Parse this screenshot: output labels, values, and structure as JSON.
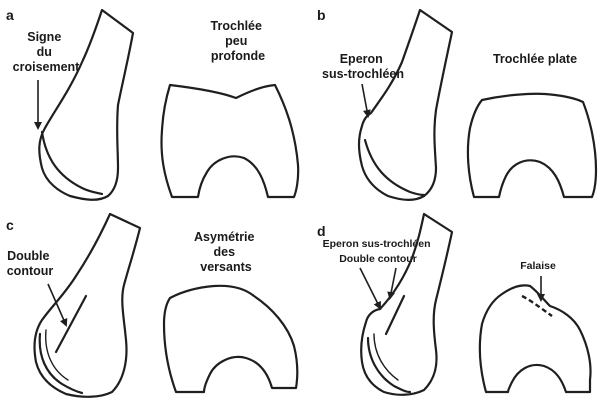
{
  "panels": {
    "a": {
      "letter": "a",
      "label_left": [
        "Signe",
        "du",
        "croisement"
      ],
      "label_right": [
        "Trochlée",
        "peu",
        "profonde"
      ]
    },
    "b": {
      "letter": "b",
      "label_left": [
        "Eperon",
        "sus-trochléen"
      ],
      "label_right": [
        "Trochlée plate"
      ]
    },
    "c": {
      "letter": "c",
      "label_left": [
        "Double",
        "contour"
      ],
      "label_right": [
        "Asymétrie",
        "des",
        "versants"
      ]
    },
    "d": {
      "letter": "d",
      "label_left": [
        "Eperon sus-trochléen",
        "Double contour"
      ],
      "label_right": [
        "Falaise"
      ]
    }
  }
}
